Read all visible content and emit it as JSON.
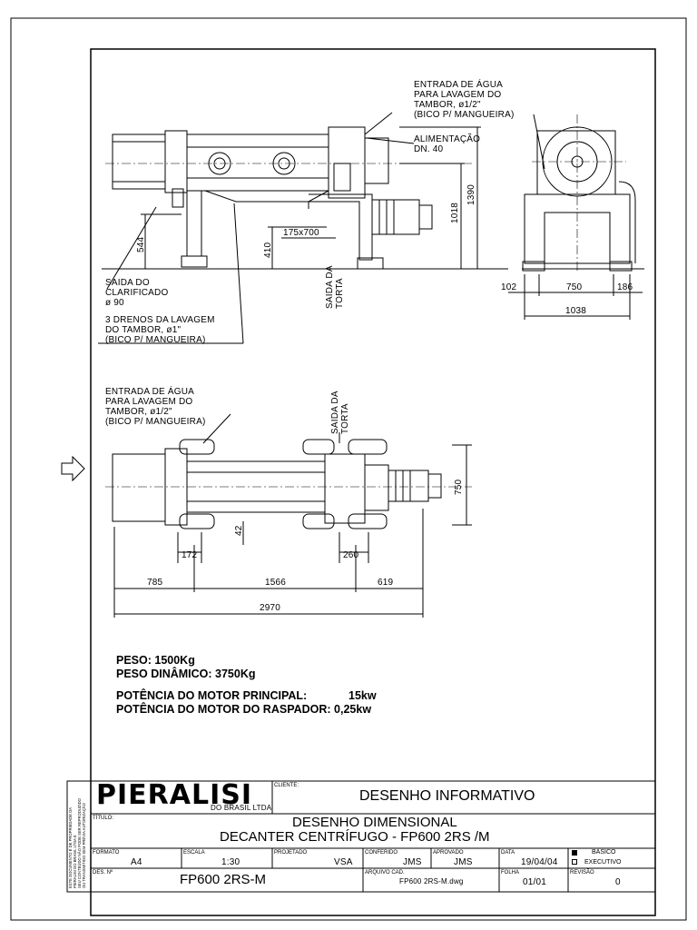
{
  "drawing": {
    "side_view": {
      "entrada_agua": [
        "ENTRADA DE ÁGUA",
        "PARA LAVAGEM DO",
        "TAMBOR, ø1/2\"",
        "(BICO P/ MANGUEIRA)"
      ],
      "alimentacao": [
        "ALIMENTAÇÃO",
        "DN. 40"
      ],
      "saida_clarificado": [
        "SAIDA DO",
        "CLARIFICADO",
        "ø 90"
      ],
      "drenos": [
        "3 DRENOS DA LAVAGEM",
        "DO TAMBOR, ø1\"",
        "(BICO P/ MANGUEIRA)"
      ],
      "saida_torta": [
        "SAIDA DA",
        "TORTA"
      ],
      "dims": {
        "d544": "544",
        "d410": "410",
        "d175x700": "175x700",
        "d1018": "1018",
        "d1390": "1390"
      }
    },
    "end_view": {
      "dims": {
        "d102": "102",
        "d750": "750",
        "d186": "186",
        "d1038": "1038"
      }
    },
    "top_view": {
      "entrada_agua": [
        "ENTRADA DE ÁGUA",
        "PARA LAVAGEM DO",
        "TAMBOR, ø1/2\"",
        "(BICO P/ MANGUEIRA)"
      ],
      "saida_torta": [
        "SAIDA DA",
        "TORTA"
      ],
      "dims": {
        "d750": "750",
        "d42": "42",
        "d172": "172",
        "d260": "260",
        "d785": "785",
        "d1566": "1566",
        "d619": "619",
        "d2970": "2970"
      }
    },
    "notes": {
      "peso": "PESO: 1500Kg",
      "peso_dinamico": "PESO DINÂMICO: 3750Kg",
      "motor_principal_label": "POTÊNCIA DO MOTOR PRINCIPAL:",
      "motor_principal_value": "15kw",
      "motor_raspador": "POTÊNCIA DO MOTOR DO RASPADOR: 0,25kw"
    }
  },
  "title_block": {
    "logo": "PIERALISI",
    "logo_sub": "DO BRASIL LTDA",
    "cliente_label": "CLIENTE:",
    "desenho_informativo": "DESENHO INFORMATIVO",
    "titulo_label": "TÍTULO:",
    "titulo_line1": "DESENHO DIMENSIONAL",
    "titulo_line2": "DECANTER CENTRÍFUGO  -  FP600 2RS /M",
    "formato_label": "FORMATO",
    "formato": "A4",
    "escala_label": "ESCALA",
    "escala": "1:30",
    "projetado_label": "PROJETADO",
    "projetado": "VSA",
    "conferido_label": "CONFERIDO",
    "conferido": "JMS",
    "aprovado_label": "APROVADO",
    "aprovado": "JMS",
    "data_label": "DATA",
    "data": "19/04/04",
    "basico": "BÁSICO",
    "executivo": "EXECUTIVO",
    "des_label": "DES. Nº",
    "des": "FP600 2RS-M",
    "arquivo_label": "ARQUIVO CAD.",
    "arquivo": "FP600 2RS-M.dwg",
    "folha_label": "FOLHA",
    "folha": "01/01",
    "revisao_label": "REVISÃO",
    "revisao": "0",
    "side_note": [
      "ESTE DOCUMENTO É DE PROPRIEDADE DA",
      "PIERALISI DO BRASIL LTDA E",
      "SEU CONTEÚDO NÃO PODE SER REPRODUZIDO",
      "OU TRANSMITIDO SEM PRÉVIA AUTORIZAÇÃO"
    ]
  }
}
